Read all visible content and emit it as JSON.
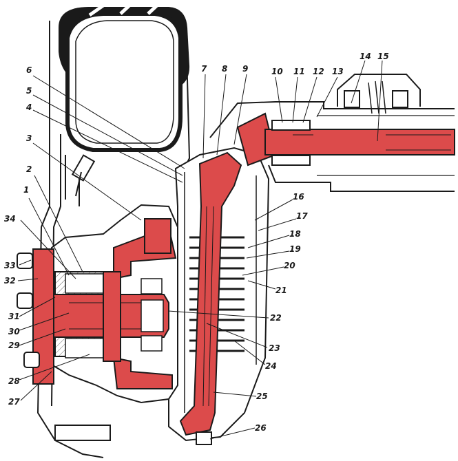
{
  "colors": {
    "ink": "#1a1a1a",
    "paper": "#ffffff",
    "highlight": "#dc4b4b",
    "hatch": "#6a6a6a"
  },
  "callouts": [
    "1",
    "2",
    "3",
    "4",
    "5",
    "6",
    "7",
    "8",
    "9",
    "10",
    "11",
    "12",
    "13",
    "14",
    "15",
    "16",
    "17",
    "18",
    "19",
    "20",
    "21",
    "22",
    "23",
    "24",
    "25",
    "26",
    "27",
    "28",
    "29",
    "30",
    "31",
    "32",
    "33",
    "34"
  ]
}
